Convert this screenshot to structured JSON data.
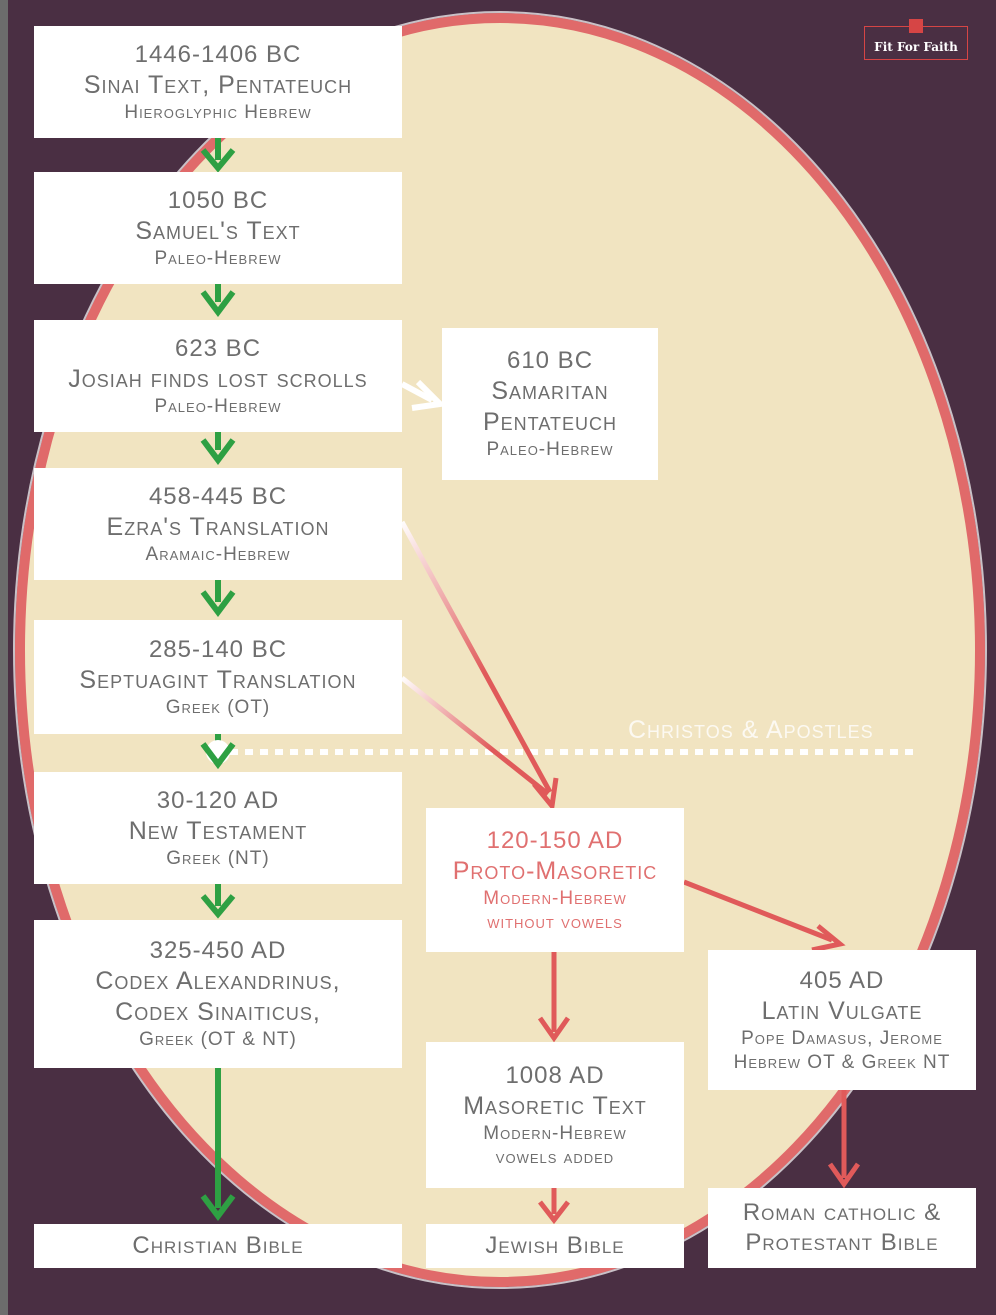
{
  "logo": {
    "text": "Fit For Faith"
  },
  "boxes": {
    "sinai": {
      "date": "1446-1406 BC",
      "title": "Sinai Text, Pentateuch",
      "script": "Hieroglyphic Hebrew"
    },
    "samuel": {
      "date": "1050 BC",
      "title": "Samuel's Text",
      "script": "Paleo-Hebrew"
    },
    "josiah": {
      "date": "623 BC",
      "title": "Josiah finds lost scrolls",
      "script": "Paleo-Hebrew"
    },
    "samaritan": {
      "date": "610 BC",
      "title1": "Samaritan",
      "title2": "Pentateuch",
      "script": "Paleo-Hebrew"
    },
    "ezra": {
      "date": "458-445 BC",
      "title": "Ezra's Translation",
      "script": "Aramaic-Hebrew"
    },
    "septuagint": {
      "date": "285-140 BC",
      "title": "Septuagint Translation",
      "script": "Greek (OT)"
    },
    "nt": {
      "date": "30-120 AD",
      "title": "New Testament",
      "script": "Greek (NT)"
    },
    "codex": {
      "date": "325-450 AD",
      "title1": "Codex Alexandrinus,",
      "title2": "Codex Sinaiticus,",
      "script": "Greek (OT & NT)"
    },
    "proto": {
      "date": "120-150 AD",
      "title": "Proto-Masoretic",
      "script1": "Modern-Hebrew",
      "script2": "without vowels"
    },
    "vulgate": {
      "date": "405 AD",
      "title": "Latin Vulgate",
      "script1": "Pope Damasus, Jerome",
      "script2": "Hebrew OT & Greek NT"
    },
    "masoretic": {
      "date": "1008 AD",
      "title": "Masoretic Text",
      "script1": "Modern-Hebrew",
      "script2": "vowels added"
    }
  },
  "endpoints": {
    "christian": "Christian Bible",
    "jewish": "Jewish Bible",
    "catholic1": "Roman catholic &",
    "catholic2": "Protestant Bible"
  },
  "marker": "Christos & Apostles",
  "colors": {
    "background": "#4a2f43",
    "ellipse": "#f1e4c1",
    "ellipse_border": "#e06a6a",
    "green_arrow": "#2ea043",
    "red_arrow": "#e05a5a",
    "logo_accent": "#d64545"
  }
}
